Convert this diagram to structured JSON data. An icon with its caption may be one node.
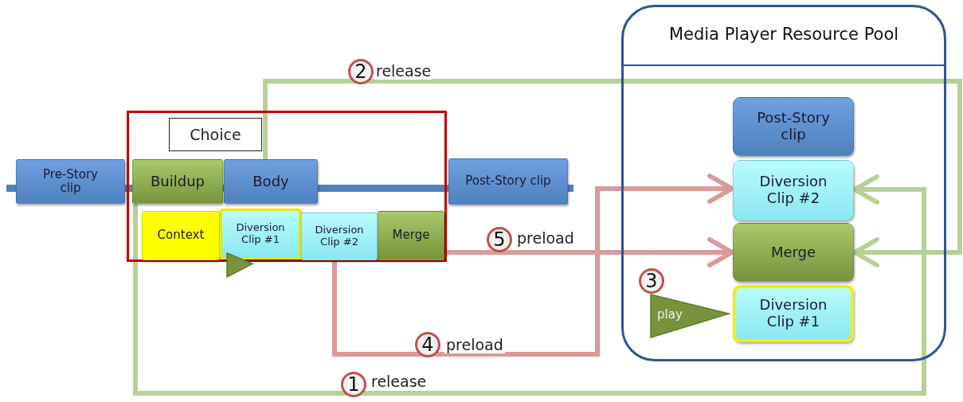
{
  "diagram": {
    "nodes": [
      {
        "text": [
          "Media Player Resource Pool"
        ]
      },
      {
        "text": [],
        "shape": "box"
      },
      {
        "text": [
          "Choice"
        ],
        "in": 1
      },
      {
        "text": [
          "Pre-Story clip"
        ]
      },
      {
        "text": [
          "Buildup"
        ],
        "in": 1
      },
      {
        "text": [
          "Body"
        ],
        "in": 1
      },
      {
        "text": [
          "Post-Story clip"
        ]
      },
      {
        "text": [
          "Context"
        ],
        "in": 1
      },
      {
        "text": [
          "Diversion Clip #1"
        ],
        "in": 1
      },
      {
        "text": [
          "Diversion Clip #2"
        ],
        "in": 1
      },
      {
        "text": [
          "Merge"
        ],
        "in": 1
      },
      {
        "text": [
          "Post-Story clip"
        ],
        "in": 0
      },
      {
        "text": [
          "Diversion Clip #2"
        ],
        "in": 0
      },
      {
        "text": [
          "Merge"
        ],
        "in": 0
      },
      {
        "text": [
          "Diversion Clip #1"
        ],
        "in": 0
      },
      {
        "text": [
          "play"
        ],
        "in": 0
      },
      {
        "text": [],
        "shape": "triangle"
      }
    ],
    "edges": [
      {
        "from": 5,
        "to": 13,
        "arrow": "to",
        "label": "release",
        "color": "#b7d095"
      },
      {
        "from": 4,
        "to": 12,
        "arrow": "to",
        "label": "release",
        "color": "#b7d095"
      },
      {
        "from": 9,
        "to": 12,
        "arrow": "to",
        "label": "preload",
        "color": "#d99a98"
      },
      {
        "from": 10,
        "to": 13,
        "arrow": "to",
        "label": "preload",
        "color": "#d99a98"
      }
    ],
    "labels": [
      "2",
      "5",
      "3",
      "4",
      "1"
    ]
  }
}
